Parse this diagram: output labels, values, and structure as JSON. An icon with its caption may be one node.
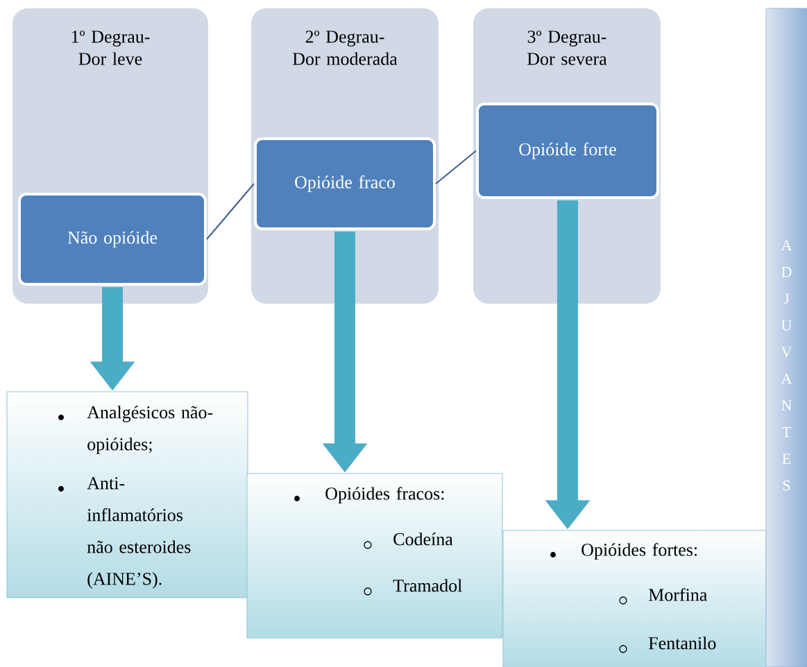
{
  "diagram": {
    "nodes": [
      {
        "text": [
          "1º Degrau- Dor leve"
        ]
      },
      {
        "text": [
          "Não opióide"
        ],
        "in": 0
      },
      {
        "text": [
          "2º Degrau- Dor moderada"
        ]
      },
      {
        "text": [
          "Opióide fraco"
        ],
        "in": 2
      },
      {
        "text": [
          "3º Degrau- Dor severa"
        ]
      },
      {
        "text": [
          "Opióide forte"
        ],
        "in": 4
      },
      {
        "text": [
          "Analgésicos não-opióides;",
          "Anti-inflamatórios não esteroides (AINE’S)."
        ]
      },
      {
        "text": [
          "Opióides fracos:",
          "Codeína",
          "Tramadol"
        ]
      },
      {
        "text": [
          "Opióides fortes:",
          "Morfina",
          "Fentanilo"
        ]
      },
      {
        "text": [
          "ADJUVANTES"
        ]
      }
    ],
    "edges": [
      {
        "from": 1,
        "to": 3,
        "arrow": "none",
        "color": "#3f5f8f"
      },
      {
        "from": 3,
        "to": 5,
        "arrow": "none",
        "color": "#3f5f8f"
      },
      {
        "from": 1,
        "to": 6,
        "arrow": "to"
      },
      {
        "from": 3,
        "to": 7,
        "arrow": "to"
      },
      {
        "from": 5,
        "to": 8,
        "arrow": "to"
      }
    ]
  }
}
